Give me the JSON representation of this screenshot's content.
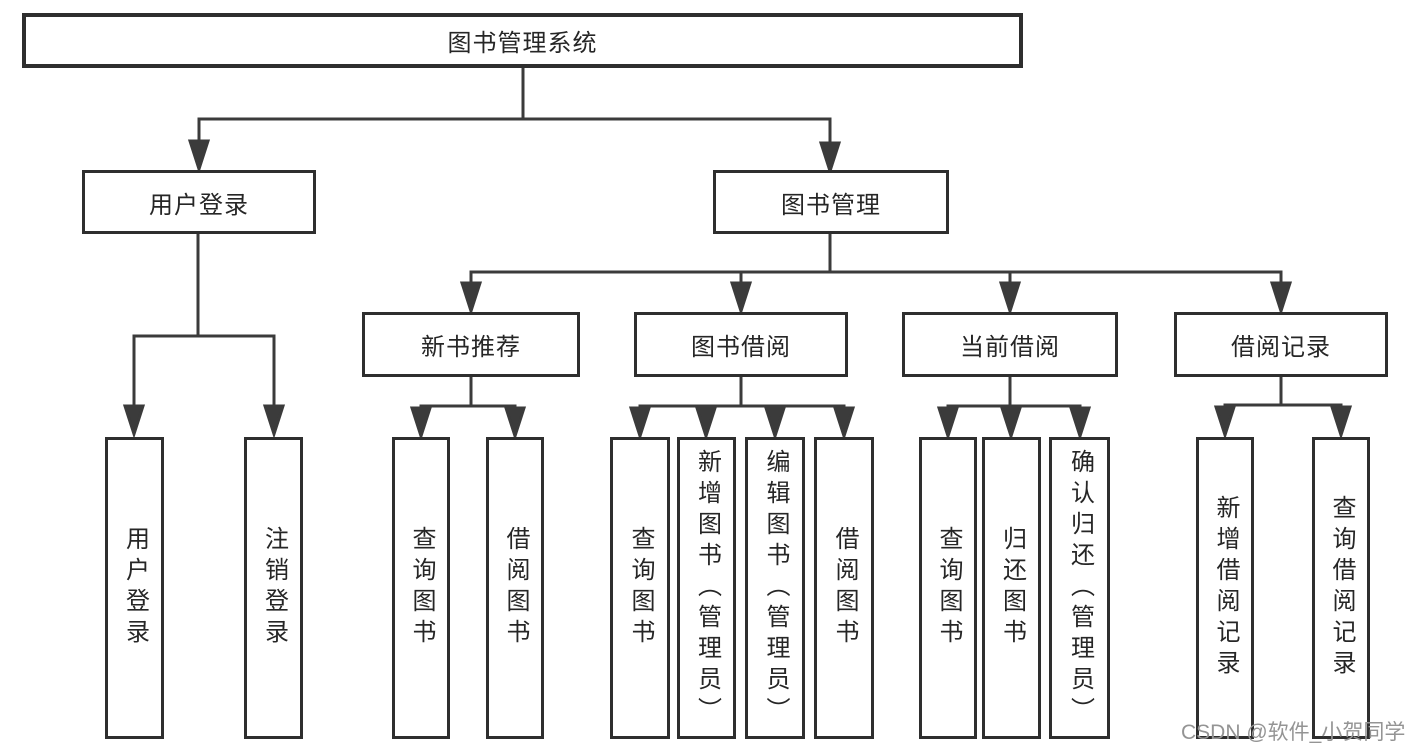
{
  "tree": {
    "root": {
      "label": "图书管理系统"
    },
    "branches": [
      {
        "label": "用户登录",
        "children": [
          {
            "label": "用户登录"
          },
          {
            "label": "注销登录"
          }
        ]
      },
      {
        "label": "图书管理",
        "children": [
          {
            "label": "新书推荐",
            "children": [
              {
                "label": "查询图书"
              },
              {
                "label": "借阅图书"
              }
            ]
          },
          {
            "label": "图书借阅",
            "children": [
              {
                "label": "查询图书"
              },
              {
                "label": "新增图书（管理员）"
              },
              {
                "label": "编辑图书（管理员）"
              },
              {
                "label": "借阅图书"
              }
            ]
          },
          {
            "label": "当前借阅",
            "children": [
              {
                "label": "查询图书"
              },
              {
                "label": "归还图书"
              },
              {
                "label": "确认归还（管理员）"
              }
            ]
          },
          {
            "label": "借阅记录",
            "children": [
              {
                "label": "新增借阅记录"
              },
              {
                "label": "查询借阅记录"
              }
            ]
          }
        ]
      }
    ]
  },
  "watermark": {
    "text": "CSDN @软件_小贺同学"
  },
  "colors": {
    "background": "#ffffff",
    "line": "#3b3b3b",
    "box_border": "#2e2e2e",
    "text": "#262626",
    "watermark": "#949494"
  }
}
